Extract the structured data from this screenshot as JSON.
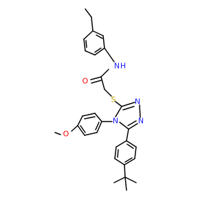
{
  "molecule": {
    "atoms": {
      "N_amide": {
        "text": "N",
        "color": "#1a1aff"
      },
      "H_amide": {
        "text": "H",
        "color": "#1a1aff"
      },
      "O_carbonyl": {
        "text": "O",
        "color": "#ff0000"
      },
      "S": {
        "text": "S",
        "color": "#b8a000"
      },
      "N_triazole_3": {
        "text": "N",
        "color": "#1a1aff"
      },
      "N_triazole_2": {
        "text": "N",
        "color": "#1a1aff"
      },
      "N_triazole_4": {
        "text": "N",
        "color": "#1a1aff"
      },
      "O_methoxy": {
        "text": "O",
        "color": "#ff0000"
      }
    },
    "bond_color": "#000000"
  }
}
